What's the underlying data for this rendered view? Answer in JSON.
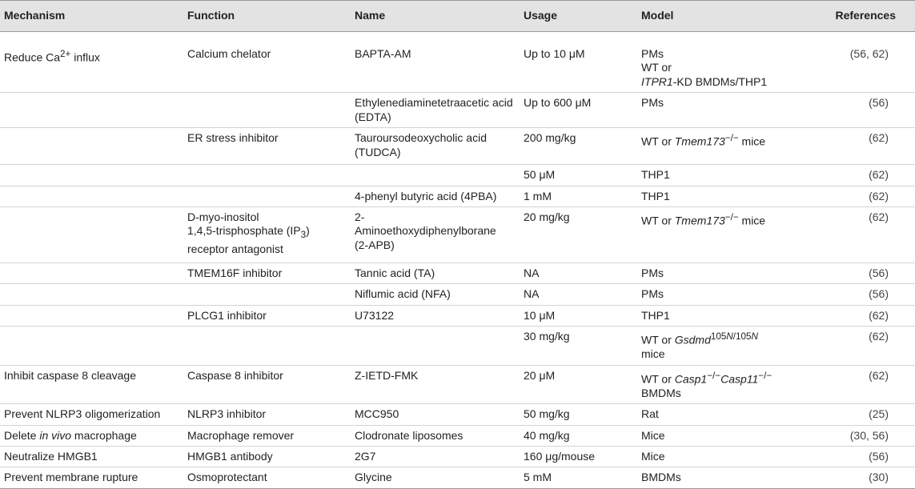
{
  "headers": [
    "Mechanism",
    "Function",
    "Name",
    "Usage",
    "Model",
    "References"
  ],
  "rows": [
    {
      "mechanism": "Reduce Ca2+ influx",
      "function": "Calcium chelator",
      "name": "BAPTA-AM",
      "usage": "Up to 10 μM",
      "model": [
        "PMs",
        "WT or",
        "ITPR1-KD BMDMs/THP1"
      ],
      "refs": "(56, 62)"
    },
    {
      "mechanism": "",
      "function": "",
      "name": "Ethylenediaminetetraacetic acid (EDTA)",
      "usage": "Up to 600 μM",
      "model": [
        "PMs"
      ],
      "refs": "(56)"
    },
    {
      "mechanism": "",
      "function": "ER stress inhibitor",
      "name": "Tauroursodeoxycholic acid (TUDCA)",
      "usage": "200 mg/kg",
      "model": [
        "WT or Tmem173−/− mice"
      ],
      "refs": "(62)"
    },
    {
      "mechanism": "",
      "function": "",
      "name": "",
      "usage": "50 μM",
      "model": [
        "THP1"
      ],
      "refs": "(62)"
    },
    {
      "mechanism": "",
      "function": "",
      "name": "4-phenyl butyric acid (4PBA)",
      "usage": "1 mM",
      "model": [
        "THP1"
      ],
      "refs": "(62)"
    },
    {
      "mechanism": "",
      "function": "D-myo-inositol 1,4,5-trisphosphate (IP3) receptor antagonist",
      "name": "2-Aminoethoxydiphenylborane (2-APB)",
      "usage": "20 mg/kg",
      "model": [
        "WT or Tmem173−/− mice"
      ],
      "refs": "(62)"
    },
    {
      "mechanism": "",
      "function": "TMEM16F inhibitor",
      "name": "Tannic acid (TA)",
      "usage": "NA",
      "model": [
        "PMs"
      ],
      "refs": "(56)"
    },
    {
      "mechanism": "",
      "function": "",
      "name": "Niflumic acid (NFA)",
      "usage": "NA",
      "model": [
        "PMs"
      ],
      "refs": "(56)"
    },
    {
      "mechanism": "",
      "function": "PLCG1 inhibitor",
      "name": "U73122",
      "usage": "10 μM",
      "model": [
        "THP1"
      ],
      "refs": "(62)"
    },
    {
      "mechanism": "",
      "function": "",
      "name": "",
      "usage": "30 mg/kg",
      "model": [
        "WT or Gsdmd105N/105N mice"
      ],
      "refs": "(62)"
    },
    {
      "mechanism": "Inhibit caspase 8 cleavage",
      "function": "Caspase 8 inhibitor",
      "name": "Z-IETD-FMK",
      "usage": "20 μM",
      "model": [
        "WT or Casp1−/−Casp11−/−",
        "BMDMs"
      ],
      "refs": "(62)"
    },
    {
      "mechanism": "Prevent NLRP3 oligomerization",
      "function": "NLRP3 inhibitor",
      "name": "MCC950",
      "usage": "50 mg/kg",
      "model": [
        "Rat"
      ],
      "refs": "(25)"
    },
    {
      "mechanism": "Delete in vivo macrophage",
      "function": "Macrophage remover",
      "name": "Clodronate liposomes",
      "usage": "40 mg/kg",
      "model": [
        "Mice"
      ],
      "refs": "(30, 56)"
    },
    {
      "mechanism": "Neutralize HMGB1",
      "function": "HMGB1 antibody",
      "name": "2G7",
      "usage": "160 μg/mouse",
      "model": [
        "Mice"
      ],
      "refs": "(56)"
    },
    {
      "mechanism": "Prevent membrane rupture",
      "function": "Osmoprotectant",
      "name": "Glycine",
      "usage": "5 mM",
      "model": [
        "BMDMs"
      ],
      "refs": "(30)"
    }
  ]
}
